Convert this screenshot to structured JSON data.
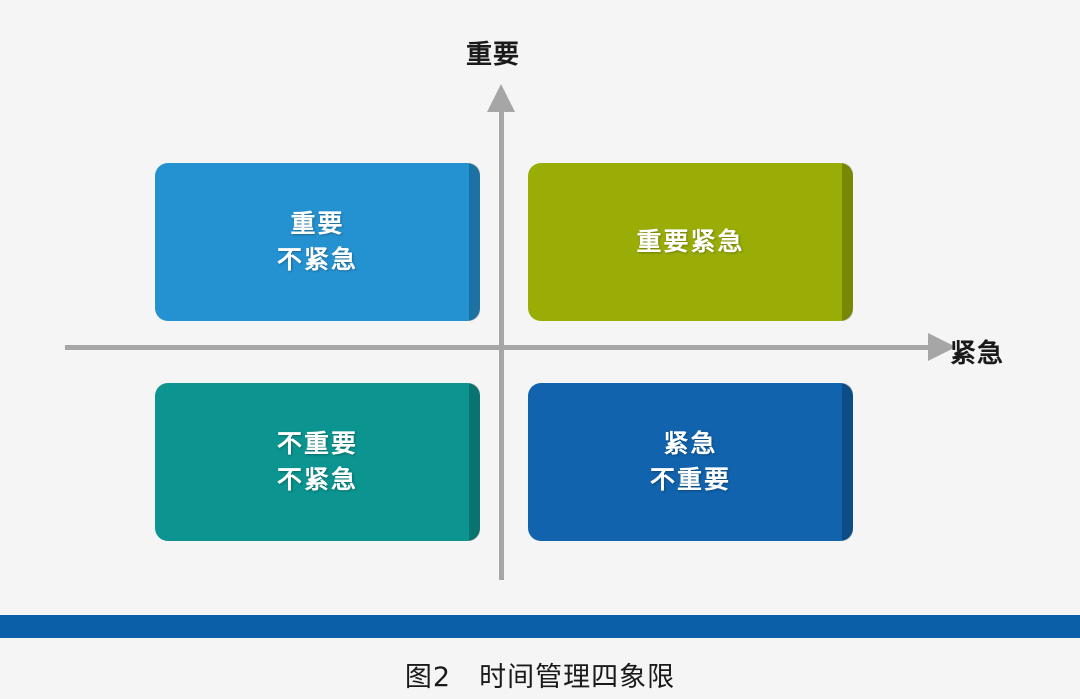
{
  "background_color": "#f5f5f5",
  "axes": {
    "vertical": {
      "label": "重要",
      "arrow_icon": "arrow-up-icon",
      "color": "#a6a6a6"
    },
    "horizontal": {
      "label": "紧急",
      "arrow_icon": "arrow-right-icon",
      "color": "#a6a6a6"
    }
  },
  "quadrants": [
    {
      "id": "important-not-urgent",
      "position": "top-left",
      "lines": [
        "重要",
        "不紧急"
      ],
      "color": "#2492d0",
      "text_color": "#ffffff"
    },
    {
      "id": "important-urgent",
      "position": "top-right",
      "lines": [
        "重要紧急"
      ],
      "color": "#9aad06",
      "text_color": "#ffffff"
    },
    {
      "id": "not-important-not-urgent",
      "position": "bottom-left",
      "lines": [
        "不重要",
        "不紧急"
      ],
      "color": "#0b9490",
      "text_color": "#ffffff"
    },
    {
      "id": "urgent-not-important",
      "position": "bottom-right",
      "lines": [
        "紧急",
        "不重要"
      ],
      "color": "#1063ac",
      "text_color": "#ffffff"
    }
  ],
  "bottom_rule": {
    "color": "#0b5ea8"
  },
  "caption": {
    "text": "图2　时间管理四象限"
  }
}
